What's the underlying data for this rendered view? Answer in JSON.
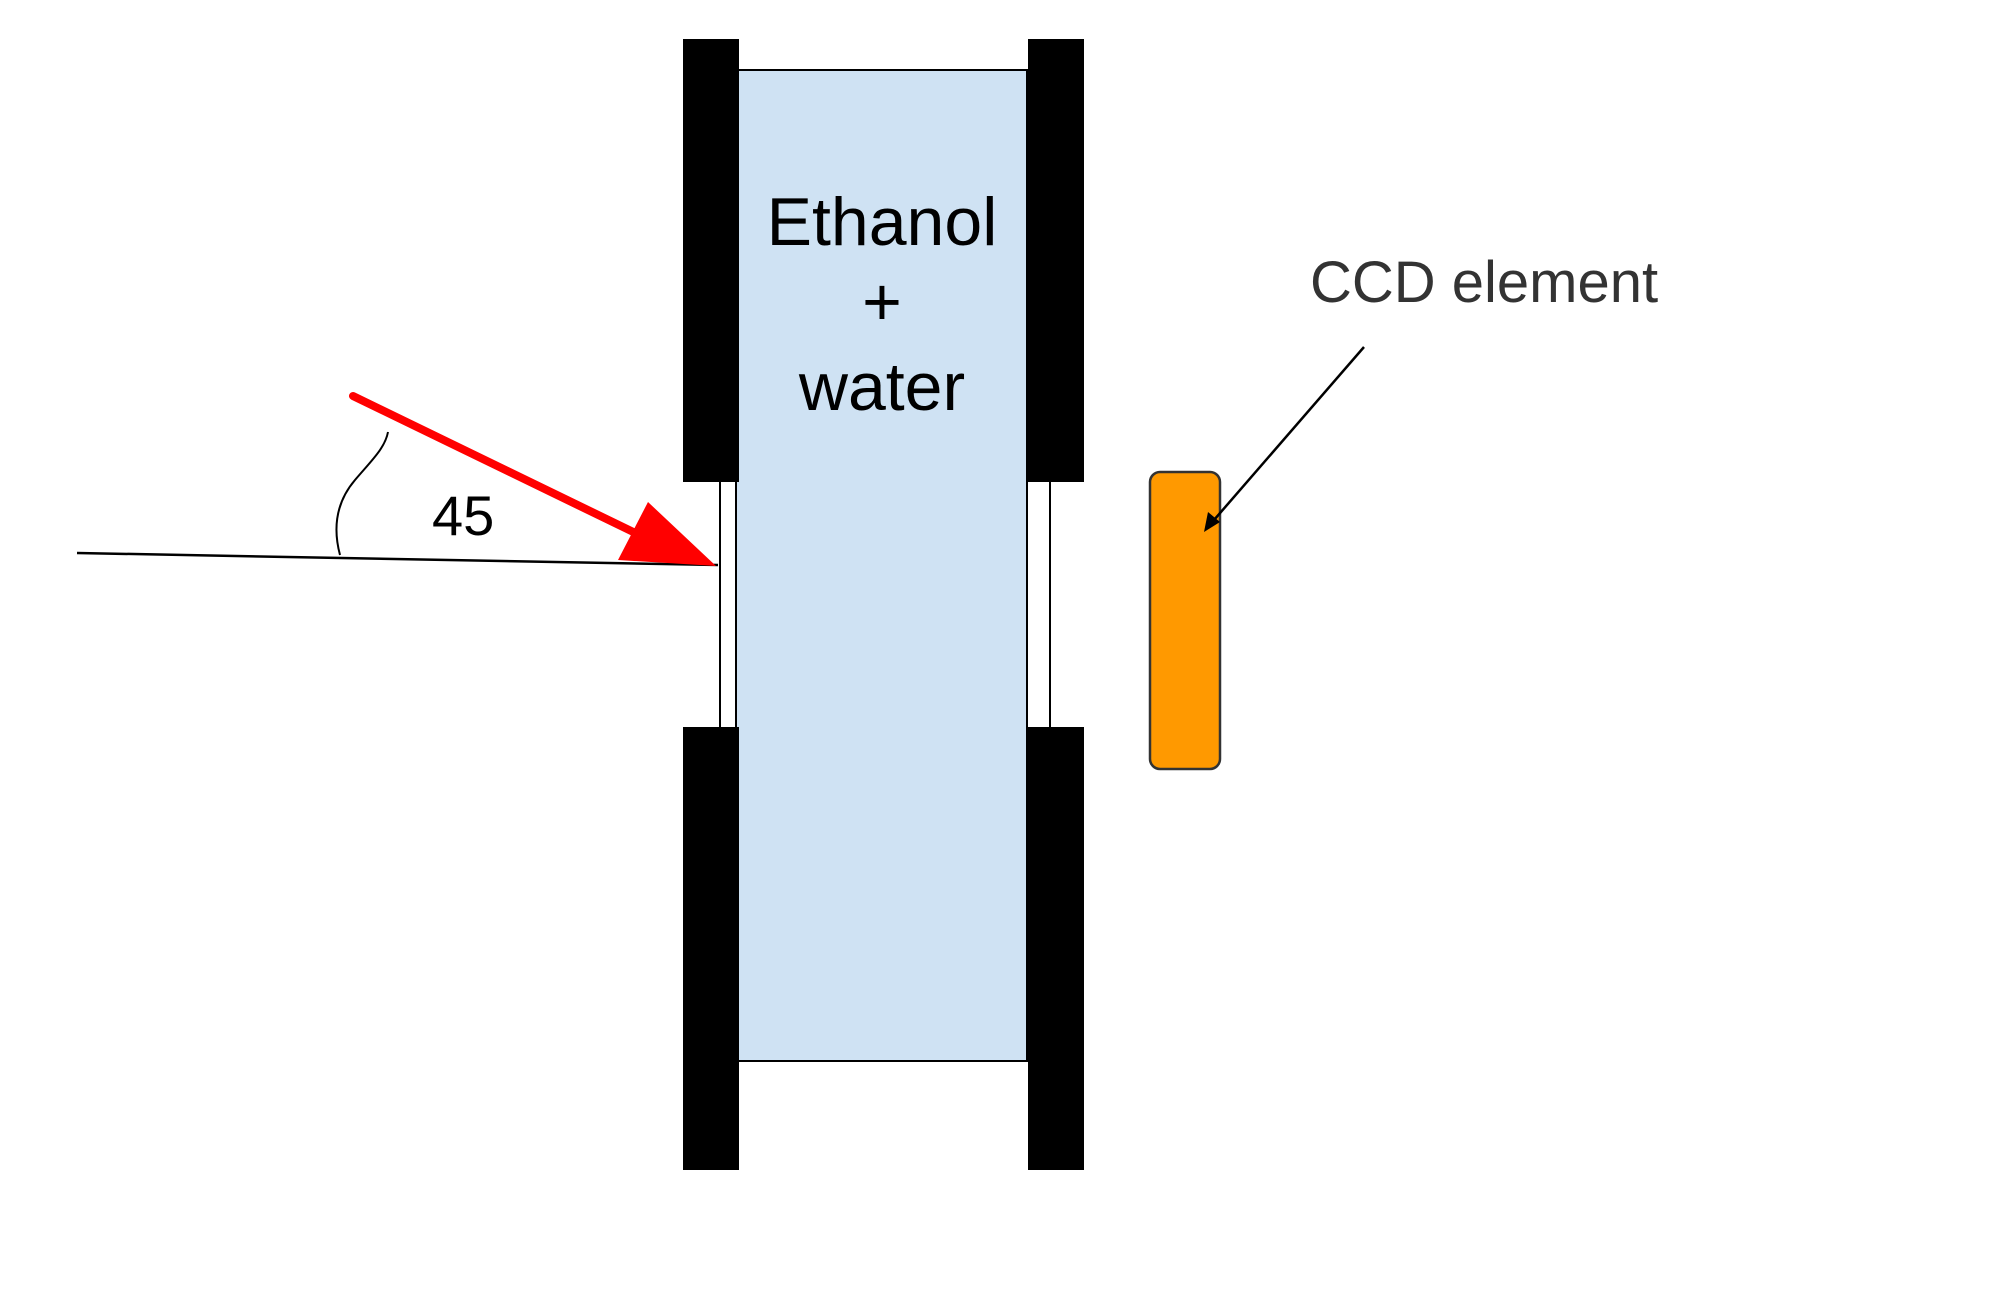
{
  "diagram": {
    "liquid_label": {
      "line1": "Ethanol",
      "line2": "+",
      "line3": "water"
    },
    "angle_label": "45",
    "ccd_label": "CCD element"
  },
  "colors": {
    "liquid": "#cfe2f3",
    "window_frame": "#000000",
    "laser_beam": "#ff0000",
    "ccd_element": "#ff9900",
    "ccd_outline": "#333333",
    "line": "#000000"
  }
}
